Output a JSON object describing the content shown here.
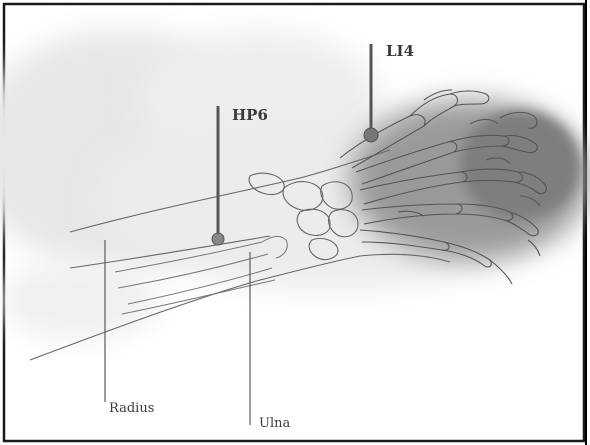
{
  "points": [
    {
      "label": "LI4"
    },
    {
      "label": "HP6"
    }
  ],
  "bones": [
    {
      "label": "Radius"
    },
    {
      "label": "Ulna"
    }
  ],
  "colors": {
    "frame": "#1a1a1a",
    "line": "#5a5a5a",
    "needle": "#555555",
    "shadow": "#8f8f8f"
  }
}
